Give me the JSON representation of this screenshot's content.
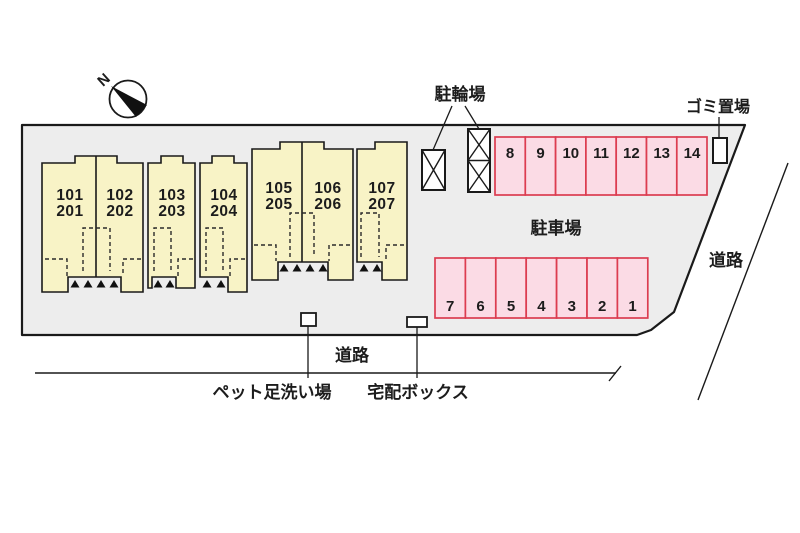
{
  "diagram": {
    "compass": {
      "north_label": "N"
    },
    "building": {
      "units": [
        {
          "first_floor": "101",
          "second_floor": "201"
        },
        {
          "first_floor": "102",
          "second_floor": "202"
        },
        {
          "first_floor": "103",
          "second_floor": "203"
        },
        {
          "first_floor": "104",
          "second_floor": "204"
        },
        {
          "first_floor": "105",
          "second_floor": "205"
        },
        {
          "first_floor": "106",
          "second_floor": "206"
        },
        {
          "first_floor": "107",
          "second_floor": "207"
        }
      ]
    },
    "bicycle_parking": {
      "label": "駐輪場"
    },
    "garbage_area": {
      "label": "ゴミ置場"
    },
    "parking": {
      "label": "駐車場",
      "top_row": [
        "8",
        "9",
        "10",
        "11",
        "12",
        "13",
        "14"
      ],
      "bottom_row": [
        "7",
        "6",
        "5",
        "4",
        "3",
        "2",
        "1"
      ]
    },
    "roads": {
      "right": "道路",
      "bottom": "道路"
    },
    "facilities": {
      "pet_foot_wash": "ペット足洗い場",
      "delivery_box": "宅配ボックス"
    },
    "colors": {
      "site_fill": "#ededed",
      "unit_fill": "#f8f3c6",
      "stall_fill": "#fbdbe5",
      "stall_border": "#dc3c50",
      "line": "#1a1a1a"
    }
  }
}
